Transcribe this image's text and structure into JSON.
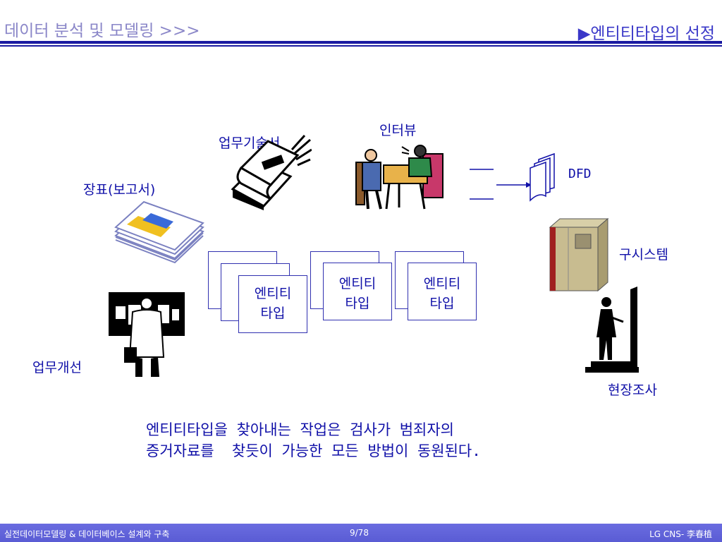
{
  "header": {
    "left_title": "데이터 분석 및 모델링 >>>",
    "right_title": "▶엔티티타입의 선정"
  },
  "labels": {
    "manual": "업무기술서",
    "interview": "인터뷰",
    "report": "장표(보고서)",
    "dfd": "DFD",
    "legacy": "구시스템",
    "improvement": "업무개선",
    "field": "현장조사"
  },
  "cards": [
    {
      "line1": "엔티티",
      "line2": "타입"
    },
    {
      "line1": "엔티티",
      "line2": "타입"
    },
    {
      "line1": "엔티티",
      "line2": "타입"
    }
  ],
  "summary": {
    "line1": "엔티티타입을 찾아내는 작업은 검사가 범죄자의",
    "line2": "증거자료를  찾듯이 가능한 모든 방법이 동원된다."
  },
  "footer": {
    "left": "실전데이터모델링 & 데이터베이스 설계와 구축",
    "page": "9/78",
    "right": "LG CNS- 李春植"
  }
}
